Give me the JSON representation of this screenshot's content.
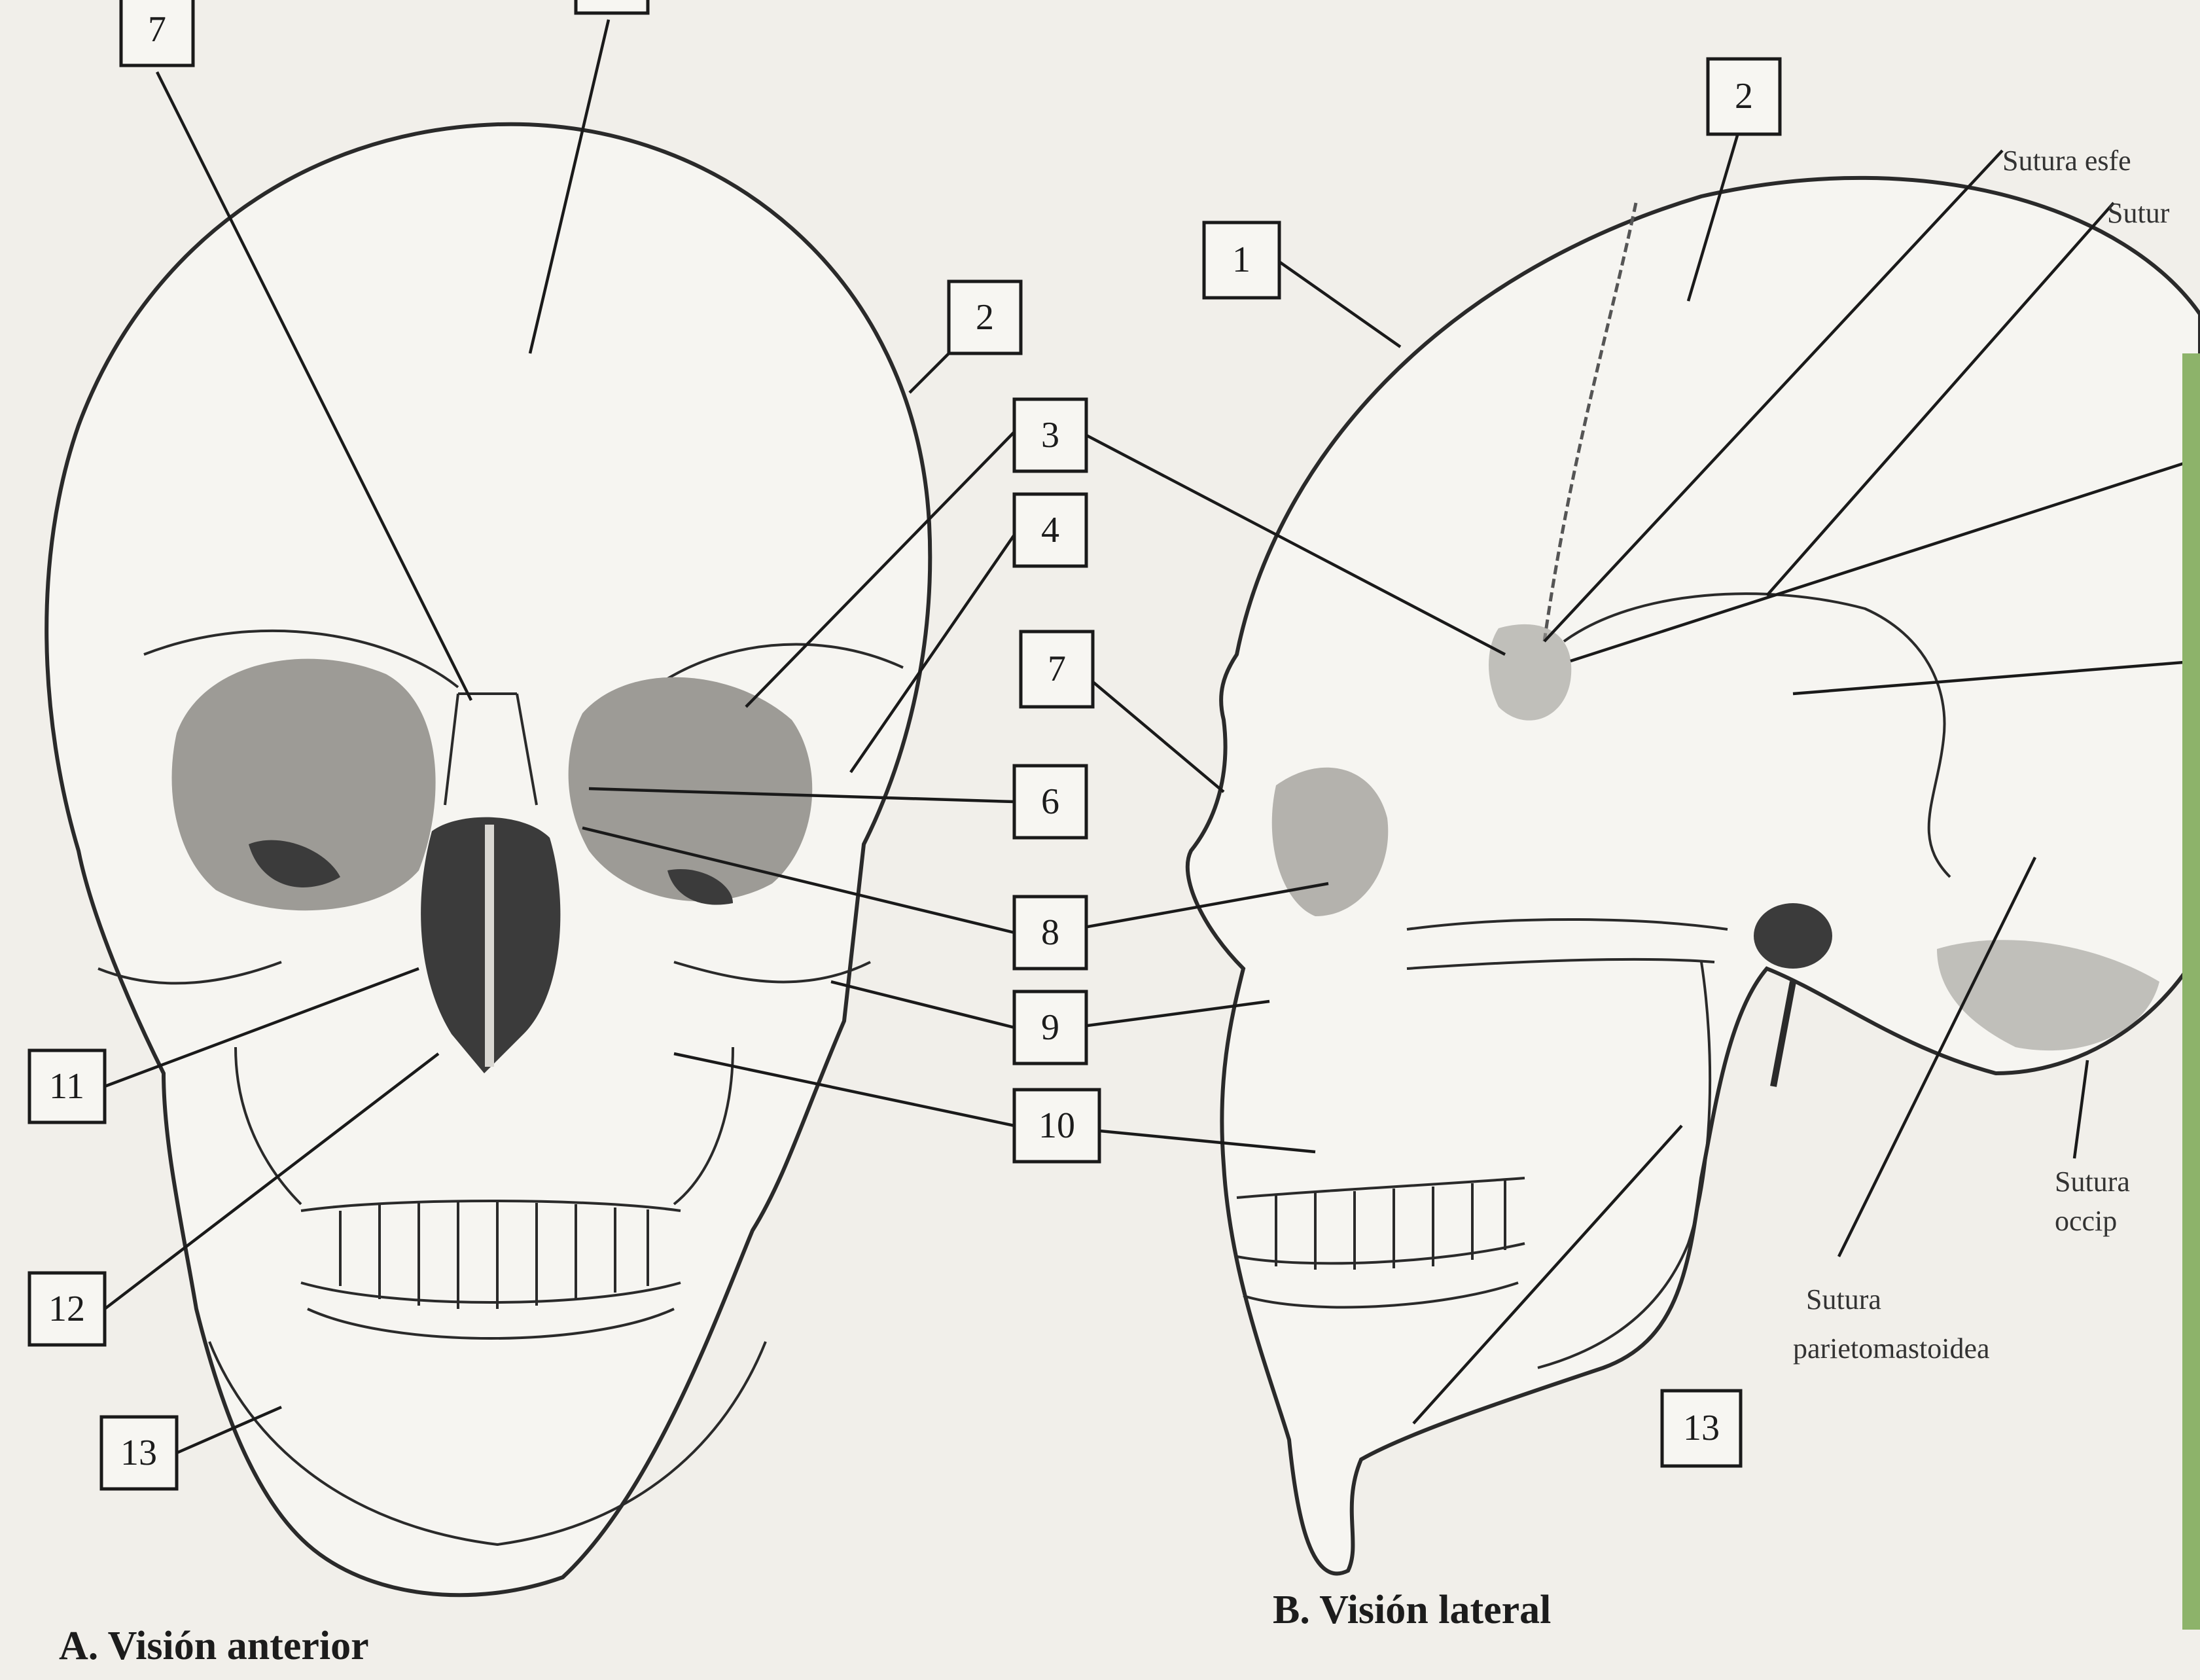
{
  "captions": {
    "anterior": "A. Visión anterior",
    "lateral": "B. Visión lateral"
  },
  "anterior_labels": [
    "7",
    "2",
    "3",
    "4",
    "6",
    "8",
    "9",
    "10",
    "11",
    "12",
    "13"
  ],
  "lateral_labels": [
    "1",
    "2",
    "7",
    "13"
  ],
  "side_text": {
    "sutura_esfenoparietal": "Sutura esfe",
    "sutura_escamosa": "Sutur",
    "sutura_occipitomastoidea_1": "Sutura",
    "sutura_occipitomastoidea_2": "occip",
    "sutura_parietomastoidea_1": "Sutura",
    "sutura_parietomastoidea_2": "parietomastoidea"
  }
}
